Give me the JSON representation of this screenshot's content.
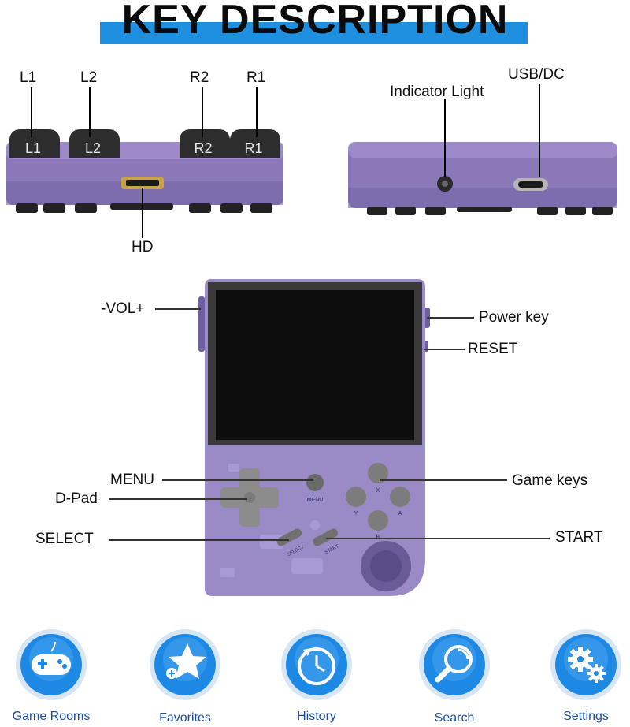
{
  "title": "KEY DESCRIPTION",
  "top_left_labels": {
    "l1": "L1",
    "l2": "L2",
    "r2": "R2",
    "r1": "R1",
    "hd": "HD"
  },
  "shoulder_keycaps": {
    "l1": "L1",
    "l2": "L2",
    "r2": "R2",
    "r1": "R1"
  },
  "top_right_labels": {
    "indicator": "Indicator Light",
    "usb": "USB/DC"
  },
  "front_labels": {
    "vol": "-VOL+",
    "power": "Power key",
    "reset": "RESET",
    "menu": "MENU",
    "dpad": "D-Pad",
    "game_keys": "Game keys",
    "select": "SELECT",
    "start": "START"
  },
  "device_printed": {
    "menu": "MENU",
    "select": "SELECT",
    "start": "START",
    "x": "X",
    "y": "Y",
    "a": "A",
    "b": "B"
  },
  "colors": {
    "accent": "#1f8fe0",
    "shell": "#8a78b8",
    "icon_blue": "#1e88e5"
  },
  "features": [
    {
      "label": "Game Rooms",
      "icon": "gamepad-icon"
    },
    {
      "label": "Favorites",
      "icon": "star-icon"
    },
    {
      "label": "History",
      "icon": "clock-icon"
    },
    {
      "label": "Search",
      "icon": "magnifier-icon"
    },
    {
      "label": "Settings",
      "icon": "gears-icon"
    }
  ]
}
